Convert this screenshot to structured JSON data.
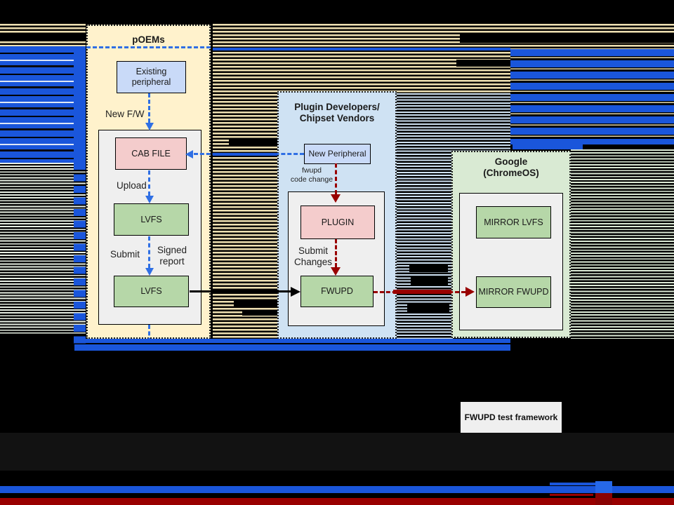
{
  "colors": {
    "accent_blue": "#1a56db",
    "arrow_blue": "#2f6fe4",
    "arrow_red": "#990000",
    "panel_cream": "#fff2cc",
    "panel_light_blue": "#cfe2f3",
    "panel_light_green": "#d9ead3",
    "box_blue": "#c9daf8",
    "box_pink": "#f4cccc",
    "box_green": "#b6d7a8",
    "inner_grey": "#efefef",
    "bottom_dark_red": "#990000"
  },
  "poems": {
    "title": "pOEMs",
    "existing_peripheral_label": "Existing\nperipheral",
    "new_fw_label": "New F/W",
    "cab_file_label": "CAB FILE",
    "upload_label": "Upload",
    "lvfs_top_label": "LVFS",
    "submit_label": "Submit",
    "signed_report_label": "Signed\nreport",
    "lvfs_bottom_label": "LVFS"
  },
  "plugin": {
    "title": "Plugin Developers/\nChipset Vendors",
    "new_peripheral_label": "New Peripheral",
    "fwupd_code_change_label": "fwupd\ncode change",
    "plugin_label": "PLUGIN",
    "submit_changes_label": "Submit\nChanges",
    "fwupd_label": "FWUPD"
  },
  "google": {
    "title": "Google\n(ChromeOS)",
    "mirror_lvfs_label": "MIRROR LVFS",
    "mirror_fwupd_label": "MIRROR FWUPD"
  },
  "footer": {
    "test_framework_label": "FWUPD test framework"
  }
}
